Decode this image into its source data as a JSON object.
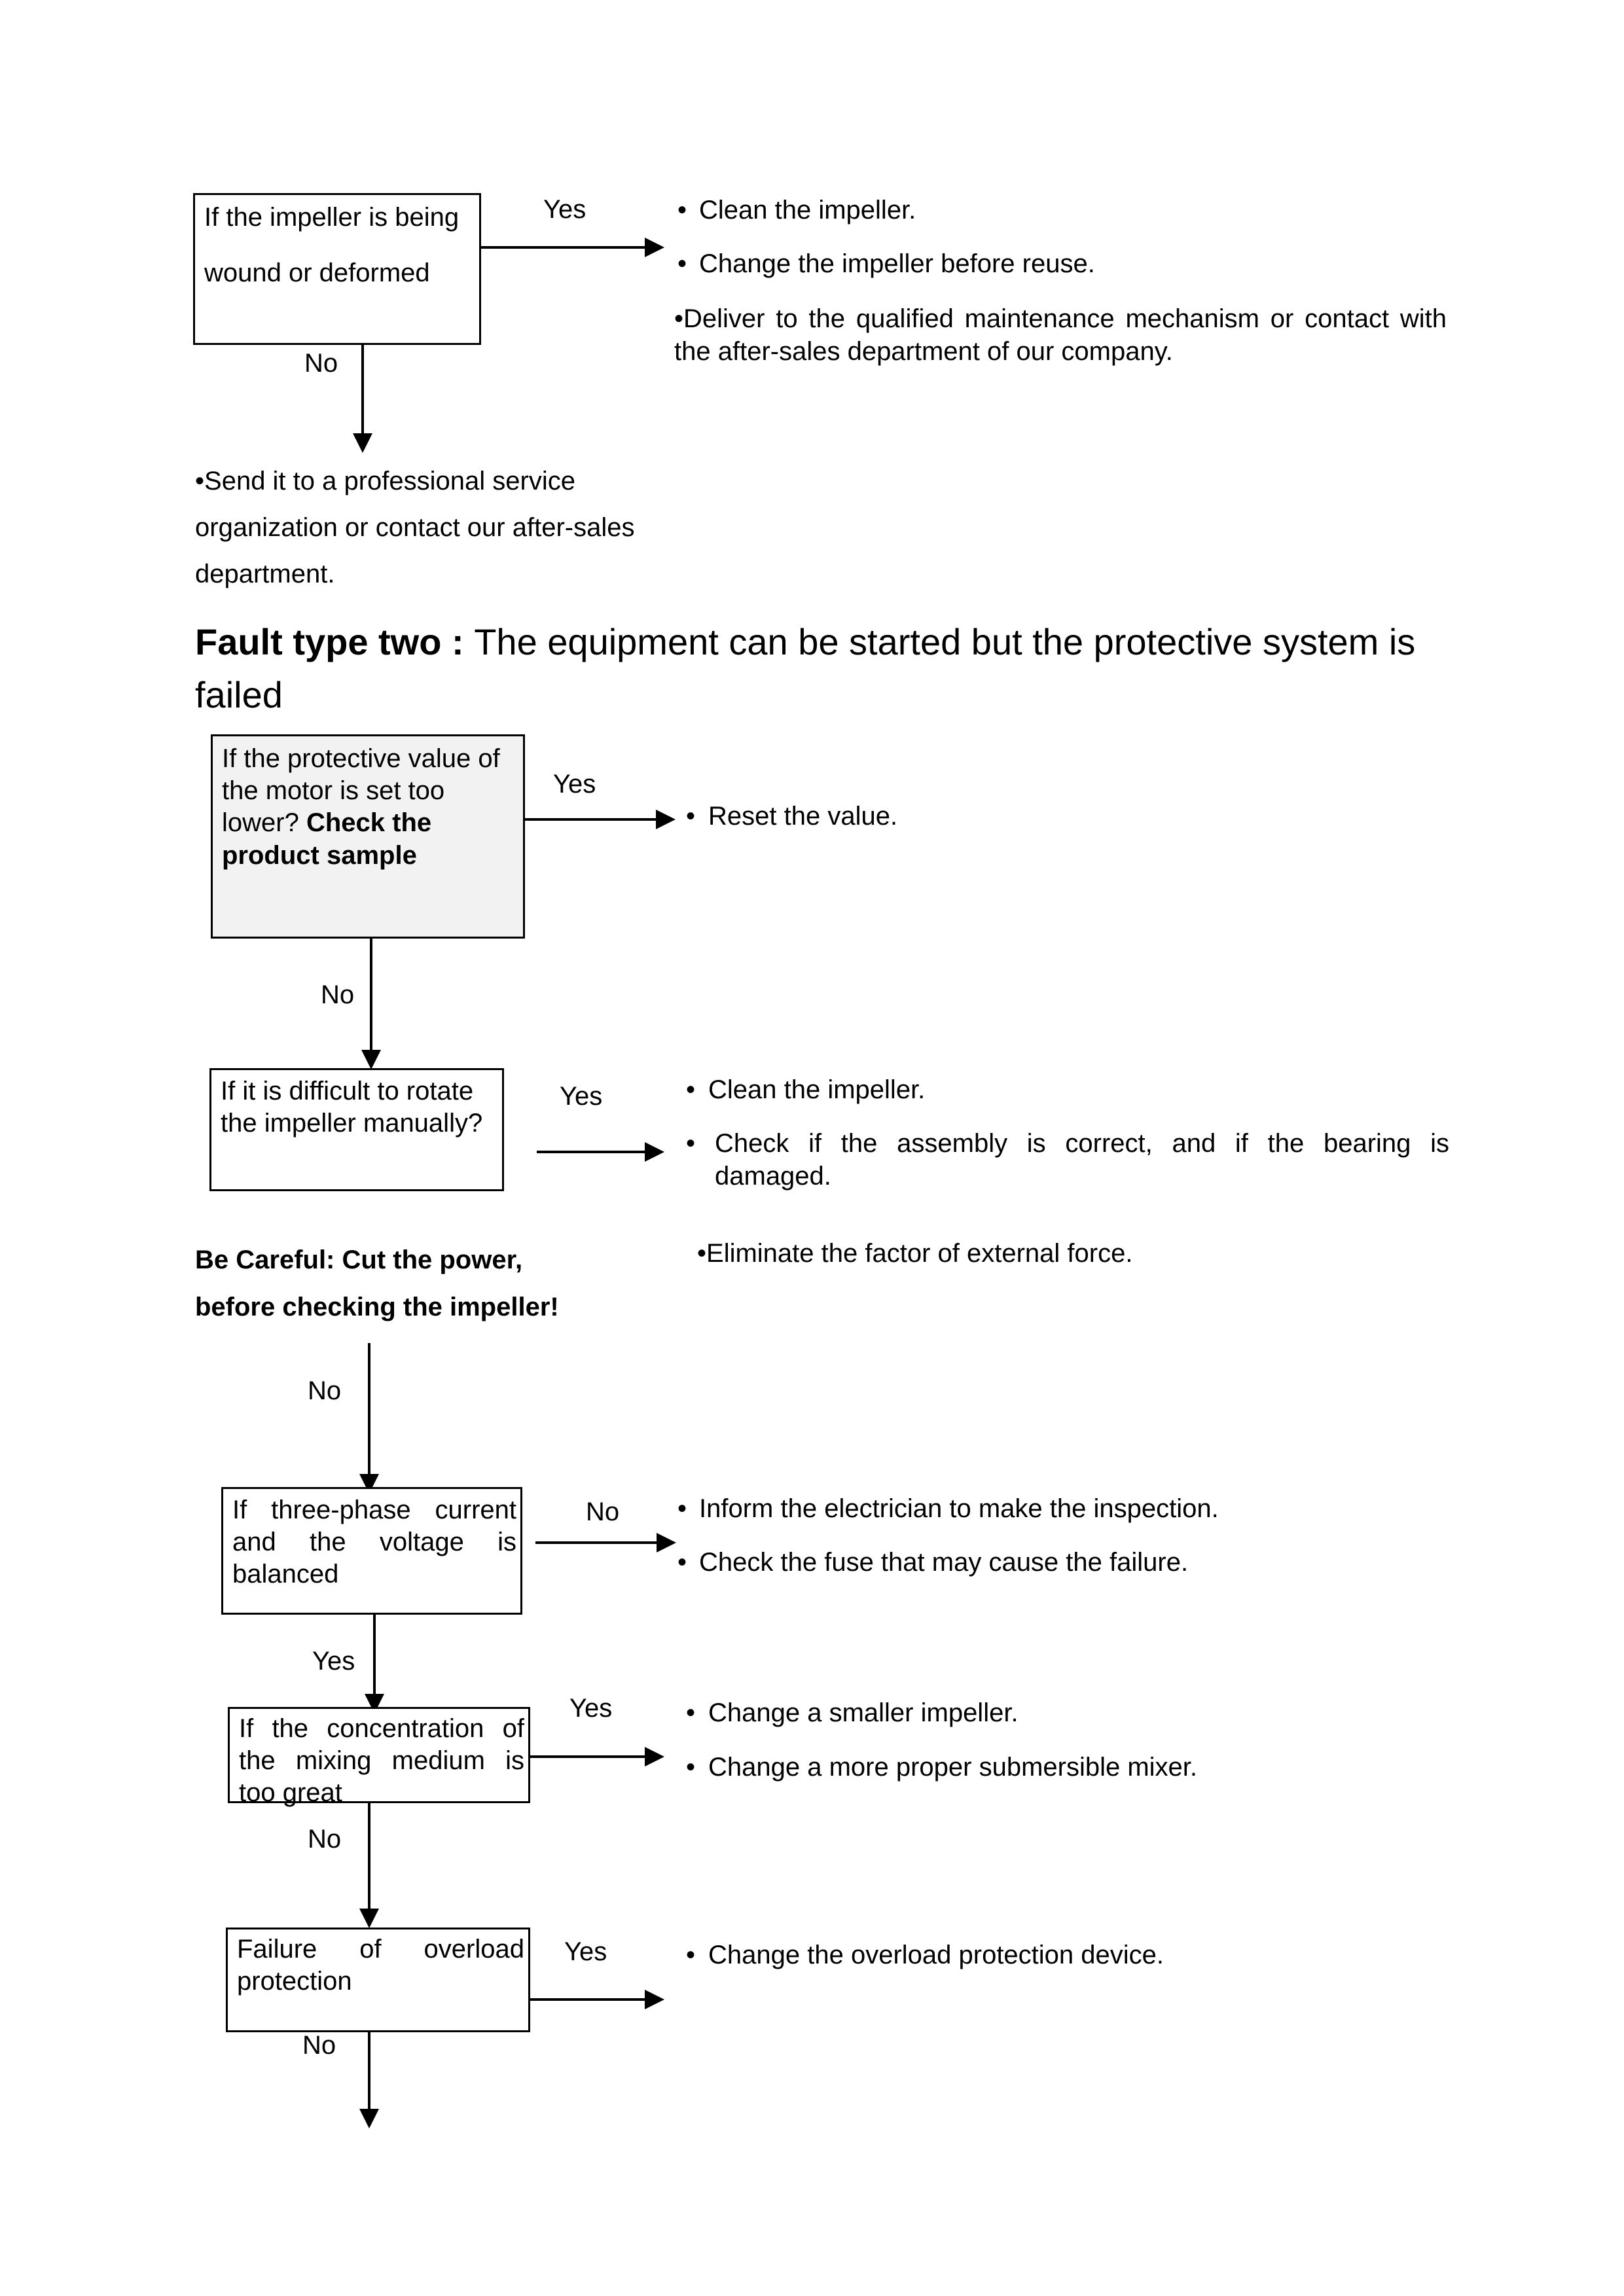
{
  "document": {
    "title": "Submersible mixer troubleshooting flowchart"
  },
  "section_one": {
    "decision": {
      "id": "impeller-wound-or-deformed",
      "line1": "If the impeller is being",
      "line2": "wound or deformed"
    },
    "yes_label": "Yes",
    "no_label": "No",
    "yes_actions": [
      "Clean the impeller.",
      "Change the impeller before reuse.",
      "Deliver to the qualified maintenance mechanism or contact with    the after-sales department of our company."
    ],
    "no_action": "Send it to a professional service organization or contact our after-sales department."
  },
  "heading": {
    "bold_part": "Fault type two : ",
    "rest": "The equipment can be started but the protective system is failed"
  },
  "section_two": {
    "steps": [
      {
        "id": "protective-value-too-low",
        "shaded": true,
        "text_normal": "If the protective value of the motor is set too lower?",
        "text_bold": "Check the product sample",
        "yes_label": "Yes",
        "no_label": "No",
        "actions": [
          "Reset the value."
        ]
      },
      {
        "id": "impeller-hard-to-rotate",
        "shaded": false,
        "text_normal": "If it is difficult to rotate the impeller manually?",
        "text_bold": "",
        "yes_label": "Yes",
        "no_label": "No",
        "actions": [
          "Clean the impeller.",
          "Check if the assembly is correct, and if the bearing is damaged.",
          "Eliminate the factor of external force."
        ],
        "warning_line1": "Be Careful: Cut the power,",
        "warning_line2": "before checking the impeller!"
      },
      {
        "id": "three-phase-current-balanced",
        "shaded": false,
        "text_normal": "If three-phase current and the voltage is balanced",
        "text_bold": "",
        "yes_label": "Yes",
        "no_label": "No",
        "branch_label": "No",
        "actions": [
          "Inform the electrician to make the inspection.",
          "Check the fuse that may cause the failure."
        ]
      },
      {
        "id": "mixing-medium-concentration",
        "shaded": false,
        "text_normal": "If the concentration of the mixing medium is too great",
        "text_bold": "",
        "yes_label": "Yes",
        "no_label": "No",
        "actions": [
          "Change a smaller impeller.",
          "Change a more proper submersible mixer."
        ]
      },
      {
        "id": "overload-protection-failure",
        "shaded": false,
        "text_normal": "Failure of overload protection",
        "text_bold": "",
        "yes_label": "Yes",
        "no_label": "No",
        "actions": [
          "Change the overload protection device."
        ]
      }
    ]
  },
  "glyphs": {
    "bullet": "•"
  },
  "colors": {
    "ink": "#000000",
    "paper": "#ffffff",
    "shaded_fill": "#f2f2f2"
  }
}
